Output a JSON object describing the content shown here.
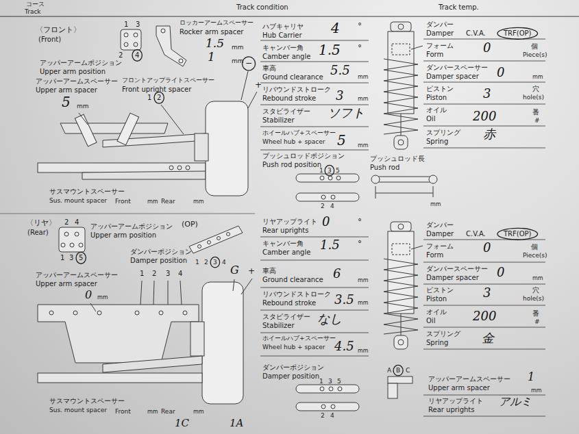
{
  "diagram": {
    "labels": [
      "コース",
      "Track",
      "Track condition",
      "Track temp.",
      "〈フロント〉",
      "(Front)",
      "1",
      "3",
      "2",
      "4",
      "ロッカーアームスペーサー",
      "Rocker arm spacer",
      "1.5",
      "mm",
      "1",
      "mm",
      "アッパーアームポジション",
      "Upper arm position",
      "アッパーアームスペーサー",
      "Upper arm spacer",
      "フロントアップライトスペーサー",
      "Front upright spacer",
      "5",
      "mm",
      "1",
      "2",
      "−",
      "+",
      "サスマウントスペーサー",
      "Sus. mount spacer",
      "Front",
      "mm",
      "Rear",
      "mm",
      "ハブキャリヤ",
      "Hub Carrier",
      "4",
      "°",
      "キャンバー角",
      "Camber angle",
      "1.5",
      "°",
      "車高",
      "Ground clearance",
      "5.5",
      "mm",
      "リバウンドストローク",
      "Rebound stroke",
      "3",
      "mm",
      "スタビライザー",
      "Stabilizer",
      "ソフト",
      "ホイールハブ+スペーサー",
      "Wheel hub + spacer",
      "5",
      "mm",
      "プッシュロッドポジション",
      "Push rod position",
      "1",
      "3",
      "5",
      "2",
      "4",
      "プッシュロッド長",
      "Push rod",
      "mm",
      "ダンパー",
      "Damper",
      "C.V.A.",
      "TRF(OP)",
      "フォーム",
      "Form",
      "0",
      "個",
      "Piece(s)",
      "ダンパースペーサー",
      "Damper spacer",
      "0",
      "mm",
      "ピストン",
      "Piston",
      "3",
      "穴",
      "hole(s)",
      "オイル",
      "Oil",
      "200",
      "番",
      "#",
      "スプリング",
      "Spring",
      "赤",
      "〈リヤ〉",
      "(Rear)",
      "2",
      "4",
      "1",
      "3",
      "5",
      "アッパーアームポジション",
      "Upper arm position",
      "(OP)",
      "1",
      "2",
      "3",
      "4",
      "ダンパーポジション",
      "Damper position",
      "アッパーアームスペーサー",
      "Upper arm spacer",
      "0",
      "mm",
      "1",
      "2",
      "3",
      "4",
      "G",
      "+",
      "サスマウントスペーサー",
      "Sus. mount spacer",
      "Front",
      "mm",
      "Rear",
      "mm",
      "リヤアップライト",
      "Rear uprights",
      "0",
      "°",
      "キャンバー角",
      "Camber angle",
      "1.5",
      "°",
      "車高",
      "Ground clearance",
      "6",
      "mm",
      "リバウンドストローク",
      "Rebound stroke",
      "3.5",
      "mm",
      "スタビライザー",
      "Stabilizer",
      "なし",
      "ホイールハブ+スペーサー",
      "Wheel hub + spacer",
      "4.5",
      "mm",
      "ダンパーポジション",
      "Damper position",
      "1",
      "3",
      "5",
      "2",
      "4",
      "ダンパー",
      "Damper",
      "C.V.A.",
      "TRF(OP)",
      "フォーム",
      "Form",
      "0",
      "個",
      "Piece(s)",
      "ダンパースペーサー",
      "Damper spacer",
      "0",
      "mm",
      "ピストン",
      "Piston",
      "3",
      "穴",
      "hole(s)",
      "オイル",
      "Oil",
      "200",
      "番",
      "#",
      "スプリング",
      "Spring",
      "金",
      "A",
      "B",
      "C",
      "アッパーアームスペーサー",
      "Upper arm spacer",
      "1",
      "mm",
      "リヤアップライト",
      "Rear uprights",
      "アルミ",
      "1C",
      "1A"
    ]
  }
}
